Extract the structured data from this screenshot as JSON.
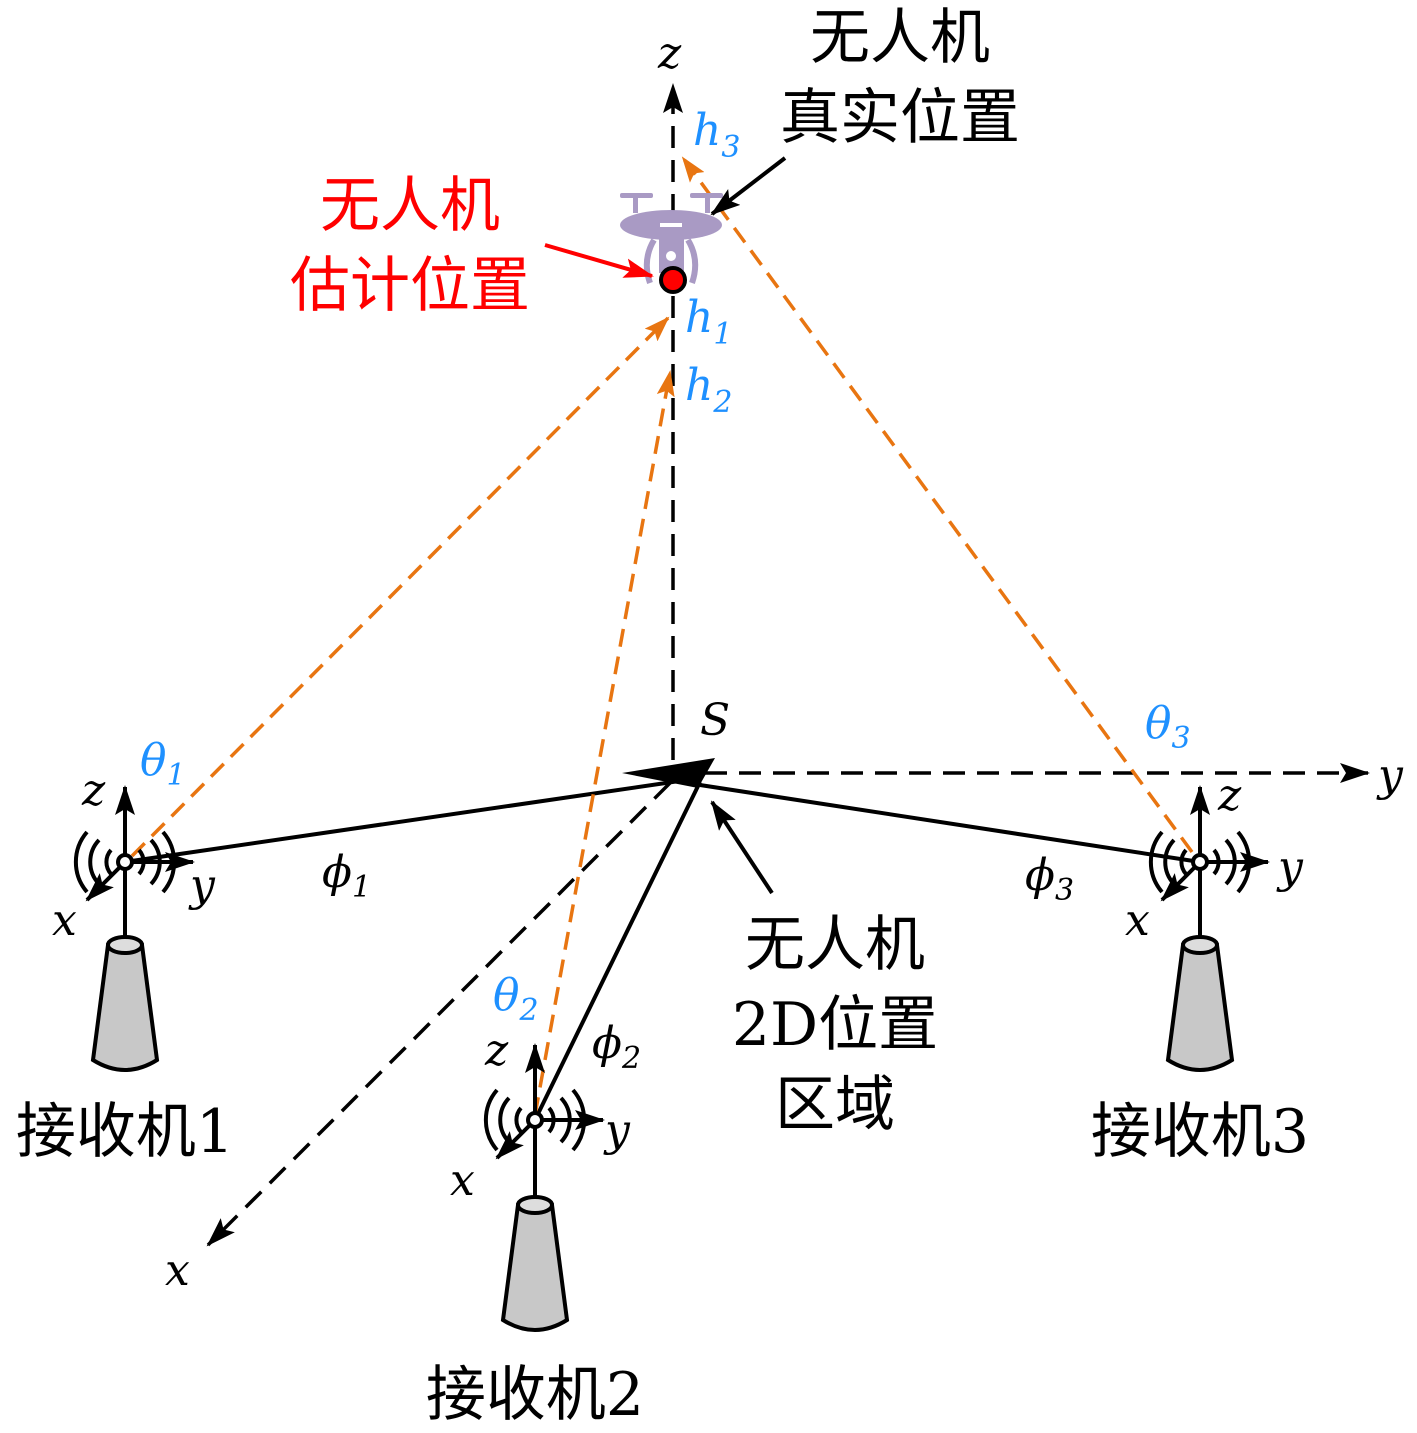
{
  "colors": {
    "estimate": "#ff0000",
    "angle": "#1e90ff",
    "ray": "#e87511",
    "drone": "#a99ac4",
    "tower": "#c8c8c8"
  },
  "axes": {
    "z": "z",
    "y": "y",
    "x": "x",
    "origin": "S"
  },
  "heights": [
    {
      "sym": "h",
      "sub": "3"
    },
    {
      "sym": "h",
      "sub": "1"
    },
    {
      "sym": "h",
      "sub": "2"
    }
  ],
  "true_position": {
    "line1": "无人机",
    "line2": "真实位置"
  },
  "estimated_position": {
    "line1": "无人机",
    "line2": "估计位置"
  },
  "region": {
    "line1": "无人机",
    "line2": "2D位置",
    "line3": "区域"
  },
  "receivers": [
    {
      "label": "接收机1",
      "theta": "θ",
      "theta_sub": "1",
      "phi": "ϕ",
      "phi_sub": "1"
    },
    {
      "label": "接收机2",
      "theta": "θ",
      "theta_sub": "2",
      "phi": "ϕ",
      "phi_sub": "2"
    },
    {
      "label": "接收机3",
      "theta": "θ",
      "theta_sub": "3",
      "phi": "ϕ",
      "phi_sub": "3"
    }
  ]
}
